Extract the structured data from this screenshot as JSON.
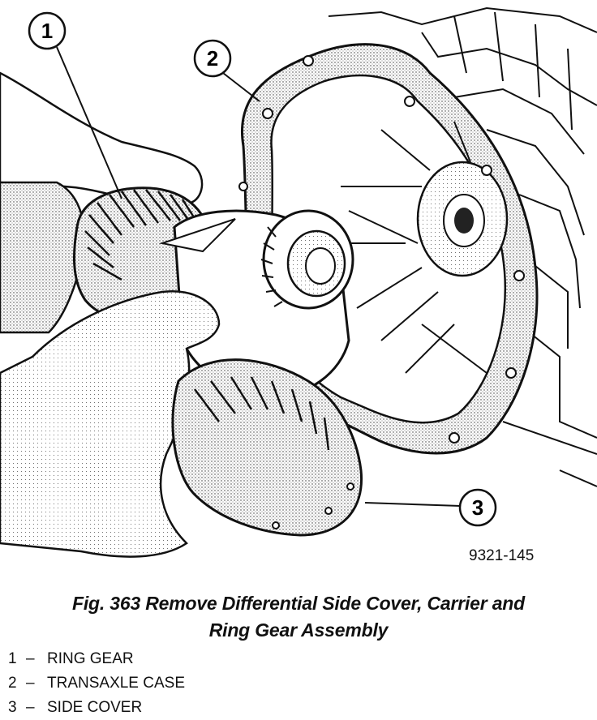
{
  "figure": {
    "callouts": [
      {
        "number": "1"
      },
      {
        "number": "2"
      },
      {
        "number": "3"
      }
    ],
    "figure_id": "9321-145"
  },
  "caption": {
    "line1": "Fig. 363 Remove Differential Side Cover, Carrier and",
    "line2": "Ring Gear Assembly"
  },
  "legend": [
    {
      "num": "1",
      "dash": "–",
      "label": "RING GEAR"
    },
    {
      "num": "2",
      "dash": "–",
      "label": "TRANSAXLE CASE"
    },
    {
      "num": "3",
      "dash": "–",
      "label": "SIDE COVER"
    }
  ]
}
